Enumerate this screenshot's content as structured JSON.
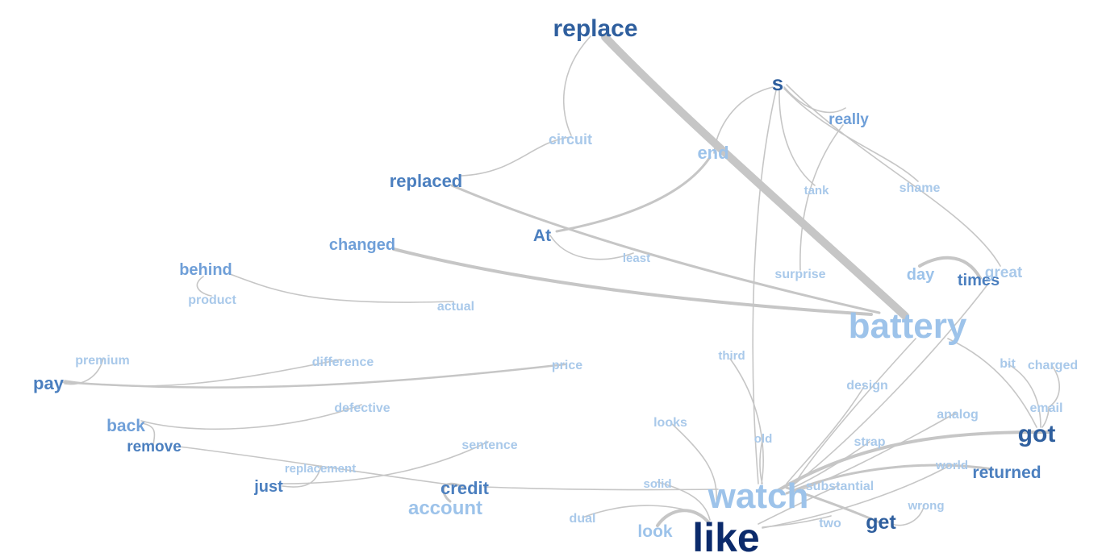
{
  "title": "",
  "palette": {
    "navy": "#0b2a6b",
    "dark_blue": "#2f5f9e",
    "mid_blue": "#4b7fbf",
    "light_blue": "#6f9fd8",
    "pale_blue": "#9dc3ea",
    "faint_blue": "#a9c9ea",
    "edge": "#c6c6c6"
  },
  "nodes": [
    {
      "id": "replace",
      "label": "replace",
      "tone": "dark_blue"
    },
    {
      "id": "s",
      "label": "s",
      "tone": "dark_blue"
    },
    {
      "id": "really",
      "label": "really",
      "tone": "light_blue"
    },
    {
      "id": "circuit",
      "label": "circuit",
      "tone": "faint_blue"
    },
    {
      "id": "end",
      "label": "end",
      "tone": "pale_blue"
    },
    {
      "id": "replaced",
      "label": "replaced",
      "tone": "mid_blue"
    },
    {
      "id": "tank",
      "label": "tank",
      "tone": "faint_blue"
    },
    {
      "id": "shame",
      "label": "shame",
      "tone": "faint_blue"
    },
    {
      "id": "changed",
      "label": "changed",
      "tone": "light_blue"
    },
    {
      "id": "At",
      "label": "At",
      "tone": "mid_blue"
    },
    {
      "id": "least",
      "label": "least",
      "tone": "faint_blue"
    },
    {
      "id": "behind",
      "label": "behind",
      "tone": "light_blue"
    },
    {
      "id": "surprise",
      "label": "surprise",
      "tone": "faint_blue"
    },
    {
      "id": "day",
      "label": "day",
      "tone": "pale_blue"
    },
    {
      "id": "times",
      "label": "times",
      "tone": "mid_blue"
    },
    {
      "id": "great",
      "label": "great",
      "tone": "faint_blue"
    },
    {
      "id": "product",
      "label": "product",
      "tone": "faint_blue"
    },
    {
      "id": "actual",
      "label": "actual",
      "tone": "faint_blue"
    },
    {
      "id": "battery",
      "label": "battery",
      "tone": "pale_blue"
    },
    {
      "id": "premium",
      "label": "premium",
      "tone": "faint_blue"
    },
    {
      "id": "difference",
      "label": "difference",
      "tone": "faint_blue"
    },
    {
      "id": "price",
      "label": "price",
      "tone": "faint_blue"
    },
    {
      "id": "third",
      "label": "third",
      "tone": "faint_blue"
    },
    {
      "id": "bit",
      "label": "bit",
      "tone": "faint_blue"
    },
    {
      "id": "charged",
      "label": "charged",
      "tone": "faint_blue"
    },
    {
      "id": "pay",
      "label": "pay",
      "tone": "mid_blue"
    },
    {
      "id": "design",
      "label": "design",
      "tone": "faint_blue"
    },
    {
      "id": "defective",
      "label": "defective",
      "tone": "faint_blue"
    },
    {
      "id": "email",
      "label": "email",
      "tone": "faint_blue"
    },
    {
      "id": "back",
      "label": "back",
      "tone": "light_blue"
    },
    {
      "id": "analog",
      "label": "analog",
      "tone": "faint_blue"
    },
    {
      "id": "looks",
      "label": "looks",
      "tone": "faint_blue"
    },
    {
      "id": "got",
      "label": "got",
      "tone": "dark_blue"
    },
    {
      "id": "old",
      "label": "old",
      "tone": "faint_blue"
    },
    {
      "id": "remove",
      "label": "remove",
      "tone": "mid_blue"
    },
    {
      "id": "strap",
      "label": "strap",
      "tone": "faint_blue"
    },
    {
      "id": "sentence",
      "label": "sentence",
      "tone": "faint_blue"
    },
    {
      "id": "replacement",
      "label": "replacement",
      "tone": "faint_blue"
    },
    {
      "id": "world",
      "label": "world",
      "tone": "faint_blue"
    },
    {
      "id": "returned",
      "label": "returned",
      "tone": "mid_blue"
    },
    {
      "id": "just",
      "label": "just",
      "tone": "mid_blue"
    },
    {
      "id": "credit",
      "label": "credit",
      "tone": "mid_blue"
    },
    {
      "id": "solid",
      "label": "solid",
      "tone": "faint_blue"
    },
    {
      "id": "substantial",
      "label": "substantial",
      "tone": "faint_blue"
    },
    {
      "id": "watch",
      "label": "watch",
      "tone": "pale_blue"
    },
    {
      "id": "account",
      "label": "account",
      "tone": "pale_blue"
    },
    {
      "id": "wrong",
      "label": "wrong",
      "tone": "faint_blue"
    },
    {
      "id": "dual",
      "label": "dual",
      "tone": "faint_blue"
    },
    {
      "id": "two",
      "label": "two",
      "tone": "faint_blue"
    },
    {
      "id": "get",
      "label": "get",
      "tone": "dark_blue"
    },
    {
      "id": "look",
      "label": "look",
      "tone": "pale_blue"
    },
    {
      "id": "like",
      "label": "like",
      "tone": "navy"
    }
  ]
}
